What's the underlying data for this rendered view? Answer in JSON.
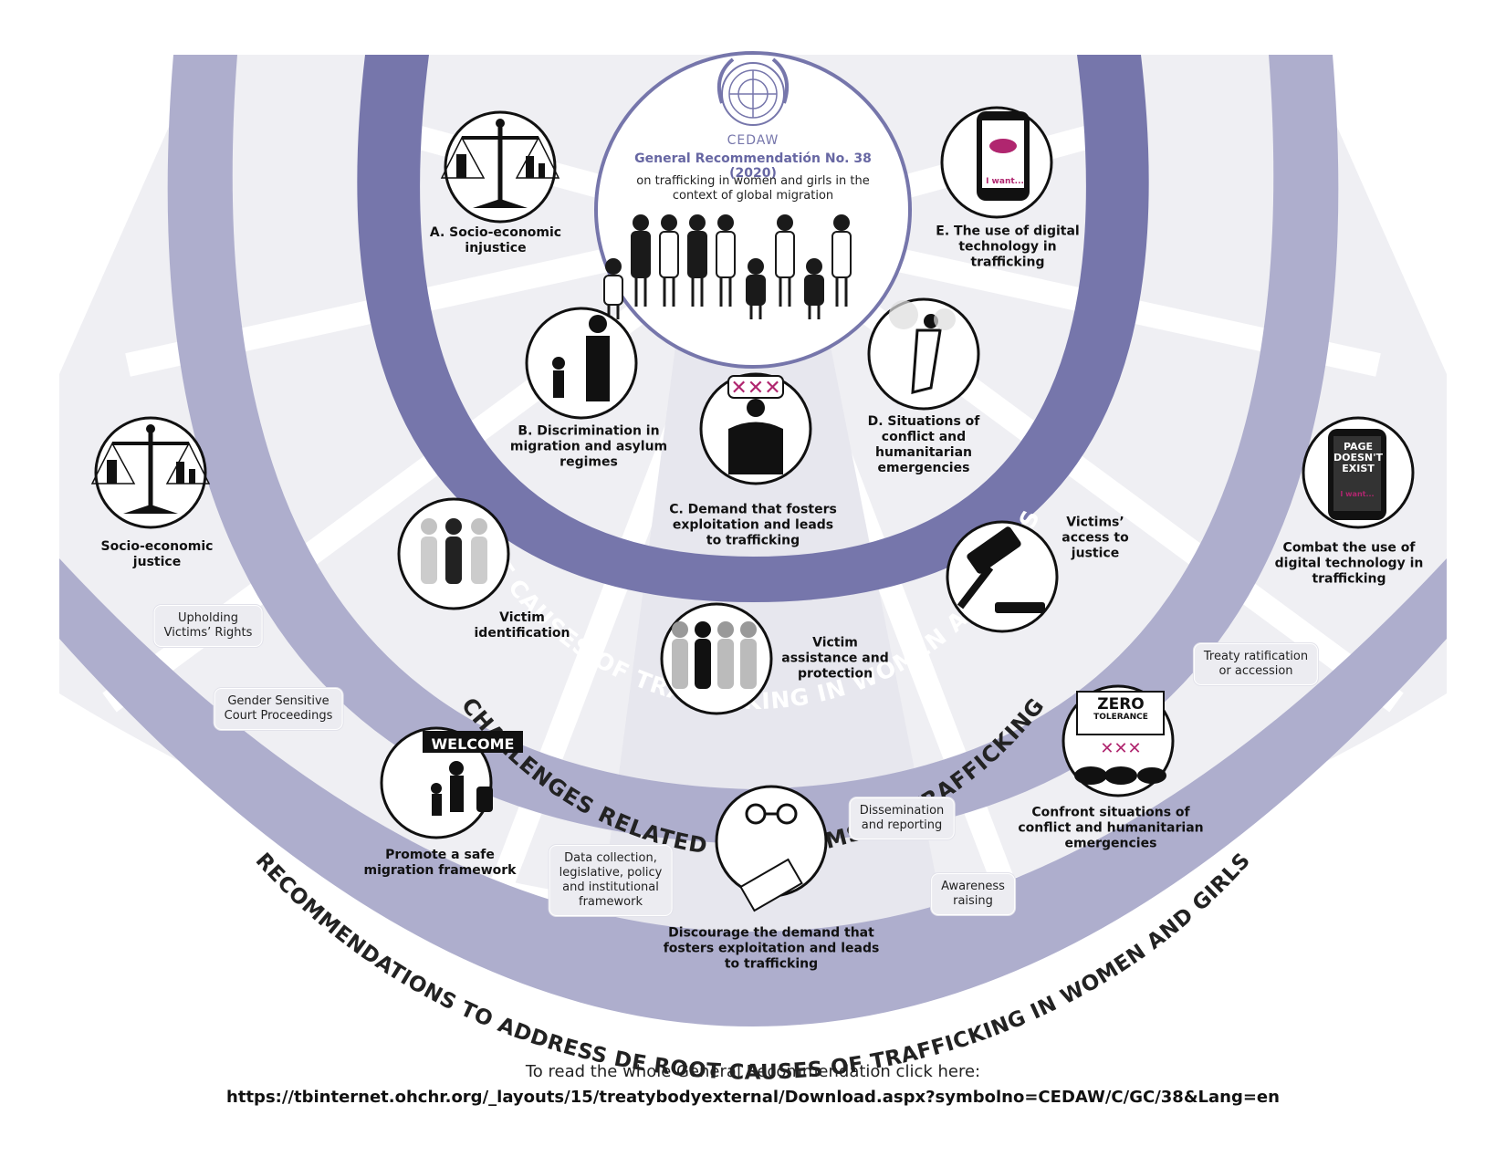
{
  "colors": {
    "dark_purple": "#7676ab",
    "light_purple": "#aeaecd",
    "pale": "#efeff3",
    "magenta": "#b0266f"
  },
  "center": {
    "org": "CEDAW",
    "title": "General Recommendatión No. 38 (2020)",
    "subtitle": "on trafficking in women and girls in the context of global migration"
  },
  "ring_titles": {
    "inner": "ROOT CAUSES OF TRAFFICKING IN WOMEN AND GIRLS",
    "middle": "CHALLENGES RELATED TO VICTIMS OF TRAFFICKING",
    "outer": "RECOMMENDATIONS TO ADDRESS DE ROOT CAUSES OF TRAFFICKING IN WOMEN AND GIRLS"
  },
  "root_causes": [
    {
      "label": "A. Socio-economic\ninjustice",
      "icon": "scales-icon"
    },
    {
      "label": "B.  Discrimination in\nmigration and asylum\nregimes",
      "icon": "mother-child-icon"
    },
    {
      "label": "C. Demand that fosters\nexploitation and leads\nto trafficking",
      "icon": "xxx-man-icon"
    },
    {
      "label": "D. Situations of\nconflict and\nhumanitarian\nemergencies",
      "icon": "conflict-icon"
    },
    {
      "label": "E. The use of digital\ntechnology in\ntrafficking",
      "icon": "phone-icon"
    }
  ],
  "challenges": [
    {
      "label": "Victim\nidentification",
      "icon": "blurred-people-icon"
    },
    {
      "label": "Victim\nassistance and\nprotection",
      "icon": "group-support-icon"
    },
    {
      "label": "Victims’\naccess to\njustice",
      "icon": "gavel-icon"
    }
  ],
  "recommendations": [
    {
      "label": "Socio-economic\njustice",
      "icon": "scales-icon"
    },
    {
      "label": "Promote a safe\nmigration framework",
      "icon": "welcome-icon",
      "banner": "WELCOME"
    },
    {
      "label": "Discourage the demand that\nfosters exploitation and leads\nto trafficking",
      "icon": "handcuff-money-icon"
    },
    {
      "label": "Confront situations of\nconflict and humanitarian\nemergencies",
      "icon": "zero-tolerance-icon",
      "sign_main": "ZERO",
      "sign_sub": "TOLERANCE"
    },
    {
      "label": "Combat the use of\ndigital technology in\ntrafficking",
      "icon": "phone-page-icon",
      "screen": "PAGE\nDOESN'T\nEXIST"
    }
  ],
  "tags": [
    "Upholding\nVictims’ Rights",
    "Gender Sensitive\nCourt Proceedings",
    "Data collection,\nlegislative, policy\nand institutional\nframework",
    "Dissemination\nand reporting",
    "Awareness\nraising",
    "Treaty ratification\nor accession"
  ],
  "phone_text": "I want...",
  "footer": {
    "line1": "To read the whole General Recommendation click here:",
    "line2": "https://tbinternet.ohchr.org/_layouts/15/treatybodyexternal/Download.aspx?symbolno=CEDAW/C/GC/38&Lang=en"
  }
}
